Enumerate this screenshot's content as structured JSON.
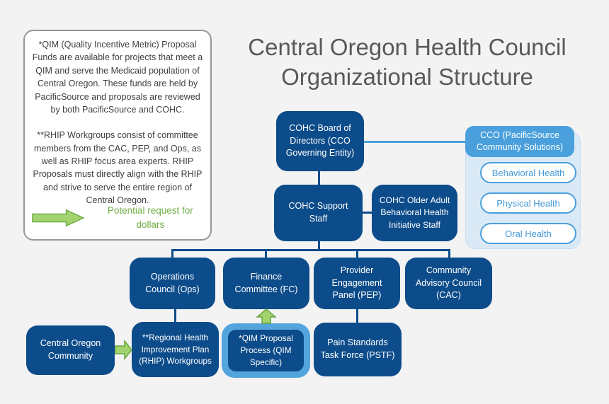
{
  "title": {
    "line1": "Central Oregon Health Council",
    "line2": "Organizational Structure"
  },
  "notes": {
    "qim_note": "*QIM (Quality Incentive Metric) Proposal Funds are available for projects that meet a QIM and serve the Medicaid population of Central Oregon. These funds are held by PacificSource and proposals are reviewed by both PacificSource and COHC.",
    "rhip_note": "**RHIP Workgroups consist of committee members from the CAC, PEP, and Ops, as well as RHIP focus area experts. RHIP Proposals must directly align with the RHIP and strive to serve the entire region of Central Oregon.",
    "legend_label": "Potential request for dollars"
  },
  "org": {
    "board": "COHC Board of Directors (CCO Governing Entity)",
    "support_staff": "COHC Support Staff",
    "older_adult_staff": "COHC Older Adult Behavioral Health Initiative Staff",
    "operations_council": "Operations Council (Ops)",
    "finance_committee": "Finance Committee (FC)",
    "provider_engagement_panel": "Provider Engagement Panel (PEP)",
    "community_advisory_council": "Community Advisory Council (CAC)",
    "central_oregon_community": "Central Oregon Community",
    "rhip_workgroups": "**Regional Health Improvement Plan (RHIP) Workgroups",
    "qim_proposal_process": "*QIM Proposal Process (QIM Specific)",
    "pain_standards_task_force": "Pain Standards Task Force (PSTF)"
  },
  "cco": {
    "header": "CCO (PacificSource Community Solutions)",
    "items": [
      "Behavioral Health",
      "Physical Health",
      "Oral Health"
    ]
  },
  "colors": {
    "dark_blue": "#0d4c8a",
    "medium_blue": "#4aa0dc",
    "pale_blue": "#dae9f6",
    "highlight_blue": "#54a5de",
    "green_arrow_fill": "#a2d36e",
    "green_arrow_stroke": "#68a73e",
    "green_text": "#6fae44",
    "title_gray": "#58595b",
    "background": "#f3f3f4"
  }
}
